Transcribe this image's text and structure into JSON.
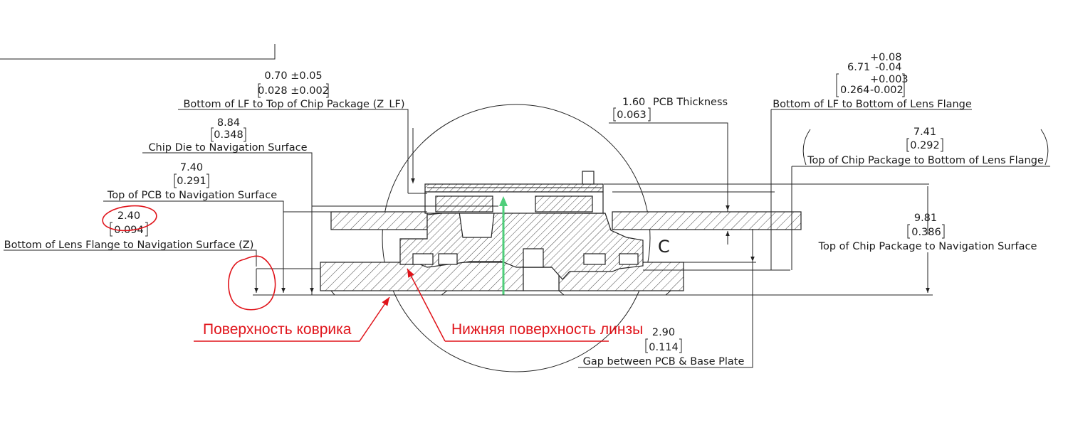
{
  "dims": {
    "z_lf": {
      "value": "0.70 ±0.05",
      "inch": "0.028 ±0.002",
      "label": "Bottom of LF to Top of Chip Package (Z_LF)"
    },
    "die_nav": {
      "value": "8.84",
      "inch": "0.348",
      "label": "Chip Die to Navigation Surface"
    },
    "pcb_nav": {
      "value": "7.40",
      "inch": "0.291",
      "label": "Top of PCB to Navigation Surface"
    },
    "z": {
      "value": "2.40",
      "inch": "0.094",
      "label": "Bottom of Lens Flange to Navigation Surface (Z)"
    },
    "pcb_thk": {
      "value": "1.60",
      "desc": "PCB Thickness",
      "inch": "0.063"
    },
    "lf_lf": {
      "nominal": "6.71",
      "tol_plus": "+0.08",
      "tol_minus": "-0.04",
      "inch": "0.264",
      "inch_tol_plus": "+0.003",
      "inch_tol_minus": "-0.002",
      "label": "Bottom of LF to Bottom of Lens Flange"
    },
    "pkg_lf": {
      "value": "7.41",
      "inch": "0.292",
      "label": "Top of Chip Package to Bottom of Lens Flange"
    },
    "pkg_nav": {
      "value": "9.81",
      "inch": "0.386",
      "label": "Top of Chip Package to Navigation Surface"
    },
    "gap": {
      "value": "2.90",
      "inch": "0.114",
      "label": "Gap between PCB & Base Plate"
    }
  },
  "detail_letter": "C",
  "annotations": {
    "mat_surface": "Поверхность коврика",
    "lens_bottom": "Нижняя поверхность линзы"
  },
  "colors": {
    "line": "#222222",
    "annotation": "#e0131a",
    "axis": "#4fce7a"
  }
}
